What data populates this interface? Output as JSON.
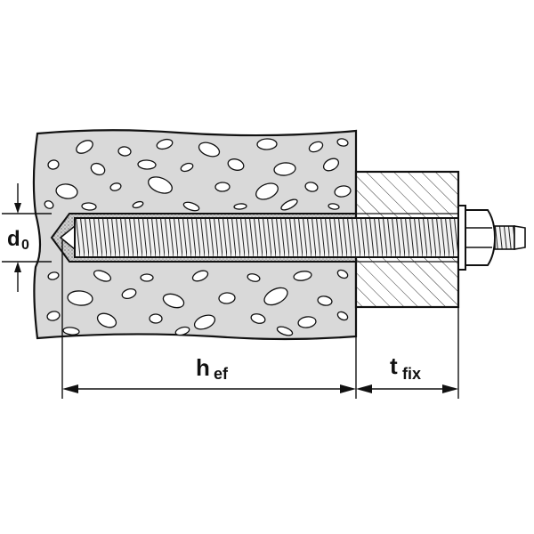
{
  "diagram": {
    "labels": {
      "bore_diameter": "d",
      "bore_diameter_sub": "0",
      "embedment_depth": "h",
      "embedment_depth_sub": "ef",
      "fixture_thickness": "t",
      "fixture_thickness_sub": "fix"
    },
    "colors": {
      "line": "#111111",
      "concrete_fill": "#d9d9d9",
      "pebble_fill": "#ffffff",
      "background": "#ffffff"
    }
  }
}
